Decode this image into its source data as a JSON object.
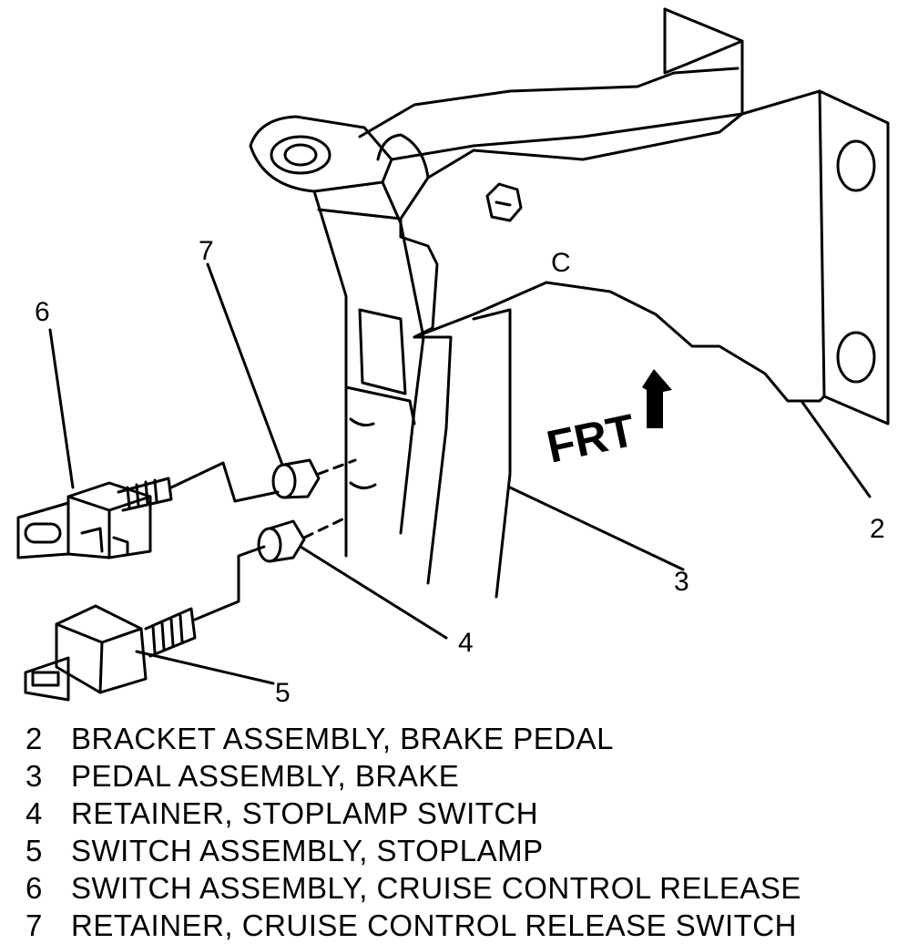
{
  "diagram": {
    "frt_label": "FRT",
    "casting_mark": "C",
    "callouts": [
      "2",
      "3",
      "4",
      "5",
      "6",
      "7"
    ]
  },
  "legend": [
    {
      "number": "2",
      "text": "BRACKET ASSEMBLY, BRAKE PEDAL"
    },
    {
      "number": "3",
      "text": "PEDAL ASSEMBLY, BRAKE"
    },
    {
      "number": "4",
      "text": "RETAINER, STOPLAMP SWITCH"
    },
    {
      "number": "5",
      "text": "SWITCH ASSEMBLY, STOPLAMP"
    },
    {
      "number": "6",
      "text": "SWITCH ASSEMBLY, CRUISE CONTROL RELEASE"
    },
    {
      "number": "7",
      "text": "RETAINER, CRUISE CONTROL RELEASE SWITCH"
    }
  ]
}
